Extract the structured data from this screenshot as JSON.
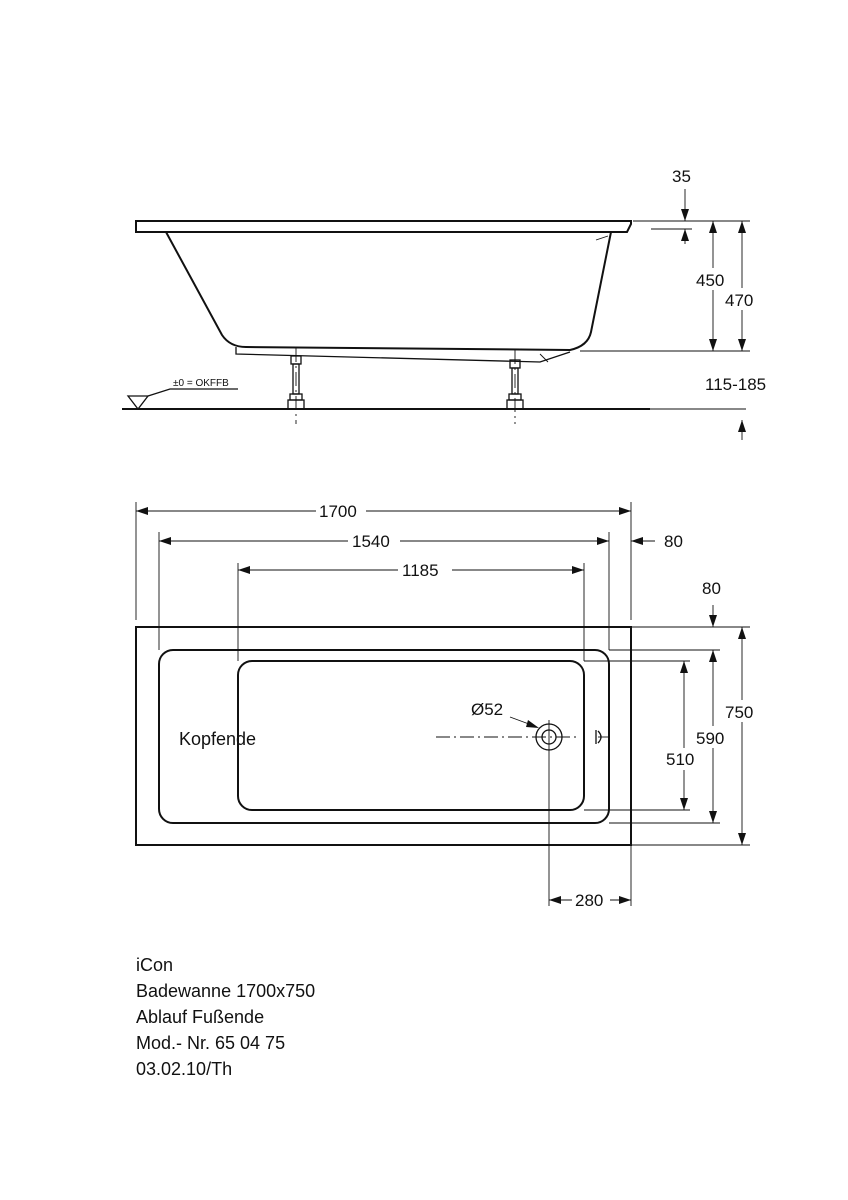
{
  "side_view": {
    "dim_rim": "35",
    "dim_depth_inner": "450",
    "dim_height": "470",
    "dim_feet": "115-185",
    "floor_label": "±0 = OKFFB"
  },
  "top_view": {
    "dim_overall_length": "1700",
    "dim_inner_length": "1540",
    "dim_bottom_length": "1185",
    "dim_rim_end": "80",
    "dim_rim_side": "80",
    "dim_overall_width": "750",
    "dim_inner_width": "590",
    "dim_bottom_width": "510",
    "dim_drain_diameter": "Ø52",
    "dim_drain_offset": "280",
    "head_end_label": "Kopfende"
  },
  "title_block": {
    "line1": "iCon",
    "line2": "Badewanne 1700x750",
    "line3": "Ablauf Fußende",
    "line4": "Mod.- Nr. 65 04 75",
    "line5": "03.02.10/Th"
  }
}
